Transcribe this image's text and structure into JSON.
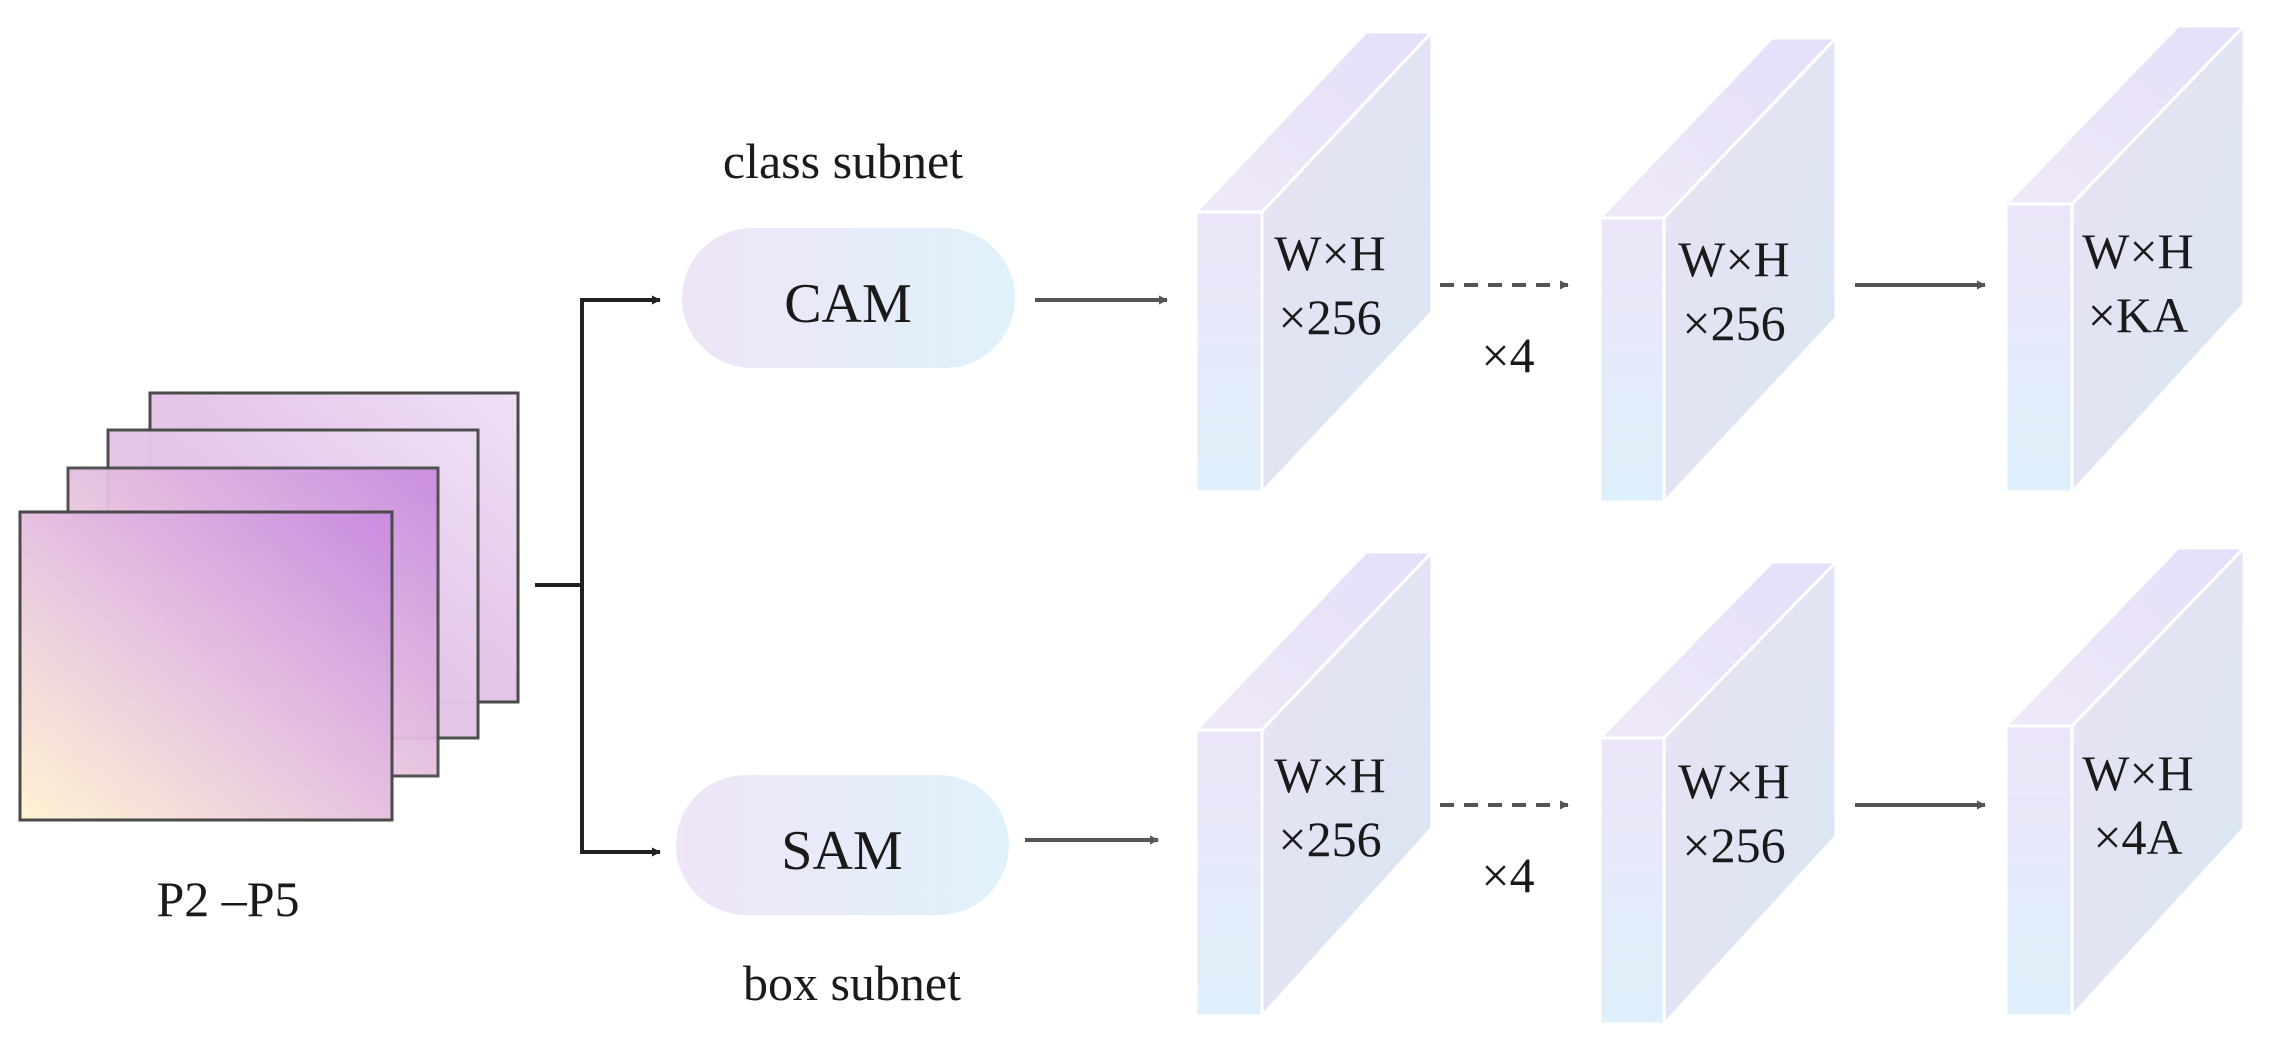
{
  "diagram": {
    "input_label": "P2 –P5",
    "top_branch": {
      "subnet_label": "class subnet",
      "module_label": "CAM",
      "blocks": [
        {
          "line1": "W×H",
          "line2": "×256"
        },
        {
          "line1": "W×H",
          "line2": "×256"
        },
        {
          "line1": "W×H",
          "line2": "×KA"
        }
      ],
      "repeat_label": "×4"
    },
    "bottom_branch": {
      "subnet_label": "box subnet",
      "module_label": "SAM",
      "blocks": [
        {
          "line1": "W×H",
          "line2": "×256"
        },
        {
          "line1": "W×H",
          "line2": "×256"
        },
        {
          "line1": "W×H",
          "line2": "×4A"
        }
      ],
      "repeat_label": "×4"
    }
  },
  "colors": {
    "stroke": "#4a4a4a",
    "arrow_dark": "#222222",
    "arrow_gray": "#555555",
    "pill_left": "#eee4f8",
    "pill_right": "#e1f1fb",
    "block_light": "#e6f0fa",
    "block_purple": "#ece4f8"
  }
}
